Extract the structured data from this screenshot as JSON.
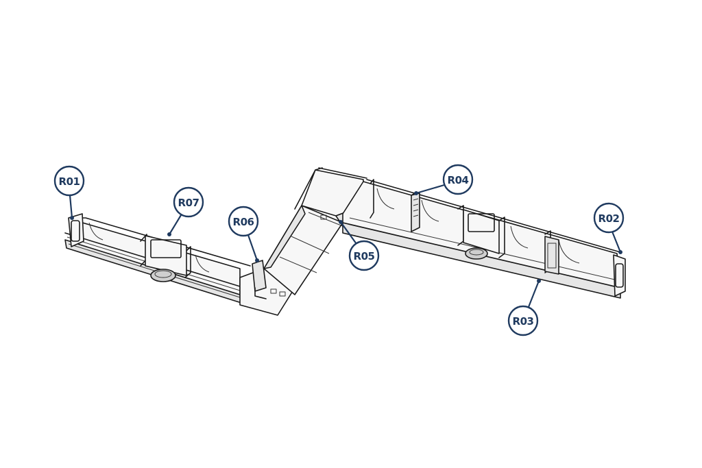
{
  "diagram": {
    "colors": {
      "callout_stroke": "#1f3a5f",
      "callout_text": "#1f3a5f",
      "line_drawing": "#1a1a1a",
      "background": "#ffffff"
    },
    "callouts": [
      {
        "id": "r01",
        "label": "R01"
      },
      {
        "id": "r07",
        "label": "R07"
      },
      {
        "id": "r06",
        "label": "R06"
      },
      {
        "id": "r05",
        "label": "R05"
      },
      {
        "id": "r04",
        "label": "R04"
      },
      {
        "id": "r03",
        "label": "R03"
      },
      {
        "id": "r02",
        "label": "R02"
      }
    ]
  }
}
